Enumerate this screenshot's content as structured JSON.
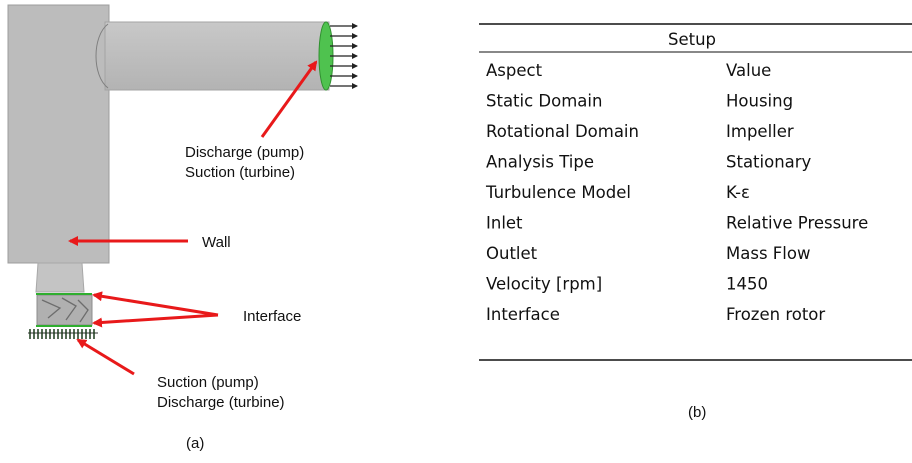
{
  "panel_a": {
    "caption": "(a)",
    "labels": {
      "discharge_top_line1": "Discharge (pump)",
      "discharge_top_line2": "Suction (turbine)",
      "wall": "Wall",
      "interface": "Interface",
      "suction_bottom_line1": "Suction (pump)",
      "suction_bottom_line2": "Discharge (turbine)"
    },
    "colors": {
      "geometry": "#bdbdbd",
      "outlet_face": "#4fc24f",
      "arrow": "#e8191a"
    }
  },
  "panel_b": {
    "caption": "(b)",
    "title": "Setup",
    "header": [
      "Aspect",
      "Value"
    ],
    "rows": [
      [
        "Static Domain",
        "Housing"
      ],
      [
        "Rotational Domain",
        "Impeller"
      ],
      [
        "Analysis Tipe",
        "Stationary"
      ],
      [
        "Turbulence Model",
        "K-ε"
      ],
      [
        "Inlet",
        "Relative Pressure"
      ],
      [
        "Outlet",
        "Mass Flow"
      ],
      [
        "Velocity [rpm]",
        "1450"
      ],
      [
        "Interface",
        "Frozen rotor"
      ]
    ]
  }
}
